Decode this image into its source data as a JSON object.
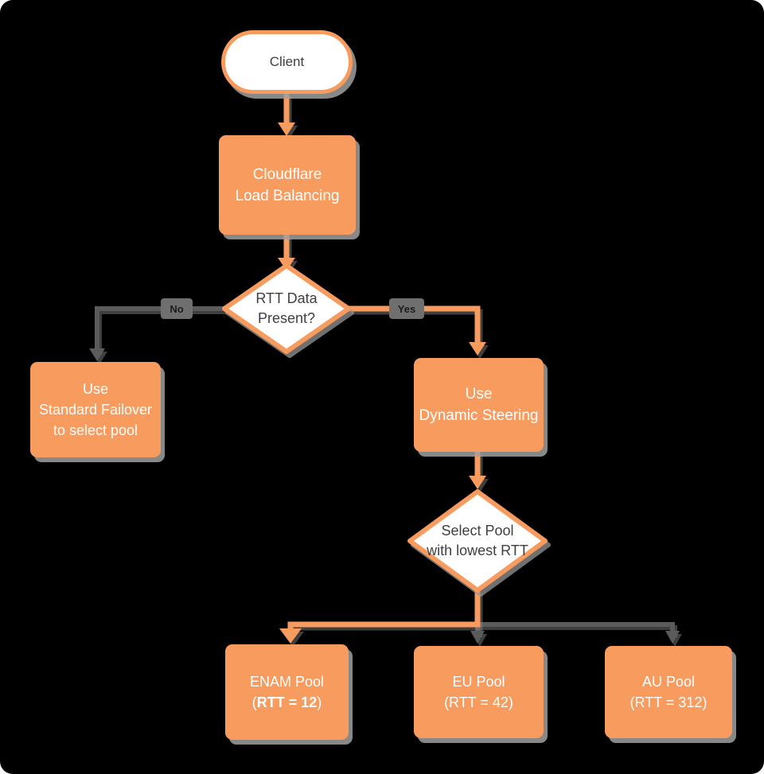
{
  "canvas": {
    "background": "#000000",
    "accent_orange": "#F89B5E",
    "connector_gray": "#5B5B5B",
    "dark_text": "#3F3F3F",
    "white_text": "#FFFFFF"
  },
  "nodes": {
    "client": {
      "label": "Client"
    },
    "cloudflare": {
      "line1": "Cloudflare",
      "line2": "Load Balancing"
    },
    "rtt_decision": {
      "line1": "RTT Data",
      "line2": "Present?"
    },
    "standard_failover": {
      "line1": "Use",
      "line2": "Standard Failover",
      "line3": "to select pool"
    },
    "dynamic_steering": {
      "line1": "Use",
      "line2": "Dynamic Steering"
    },
    "select_pool": {
      "line1": "Select Pool",
      "line2": "with lowest RTT"
    },
    "enam_pool": {
      "line1": "ENAM Pool",
      "paren_open": "(",
      "rtt_bold": "RTT = 12",
      "paren_close": ")"
    },
    "eu_pool": {
      "line1": "EU Pool",
      "line2": "(RTT = 42)"
    },
    "au_pool": {
      "line1": "AU Pool",
      "line2": "(RTT = 312)"
    }
  },
  "edges": {
    "no_label": "No",
    "yes_label": "Yes"
  }
}
